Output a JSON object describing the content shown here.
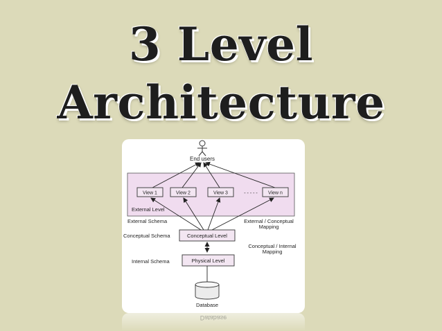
{
  "title": {
    "line1": "3 Level",
    "line2": "Architecture"
  },
  "diagram": {
    "end_users": "End users",
    "views": [
      "View 1",
      "View 2",
      "View 3",
      "View n"
    ],
    "dashes": "- - - - -",
    "external_level": "External Level",
    "external_schema": "External Schema",
    "ext_conc_mapping_1": "External / Conceptual",
    "ext_conc_mapping_2": "Mapping",
    "conceptual_schema": "Conceptual Schema",
    "conceptual_level": "Conceptual Level",
    "conc_int_mapping_1": "Conceptual / Internal",
    "conc_int_mapping_2": "Mapping",
    "internal_schema": "Internal Schema",
    "physical_level": "Physical Level",
    "database": "Database"
  },
  "colors": {
    "background": "#dcdab9",
    "external_level_fill": "#f0dcef",
    "view_box_fill": "#f3e6f2"
  },
  "reflection_text": "Database"
}
